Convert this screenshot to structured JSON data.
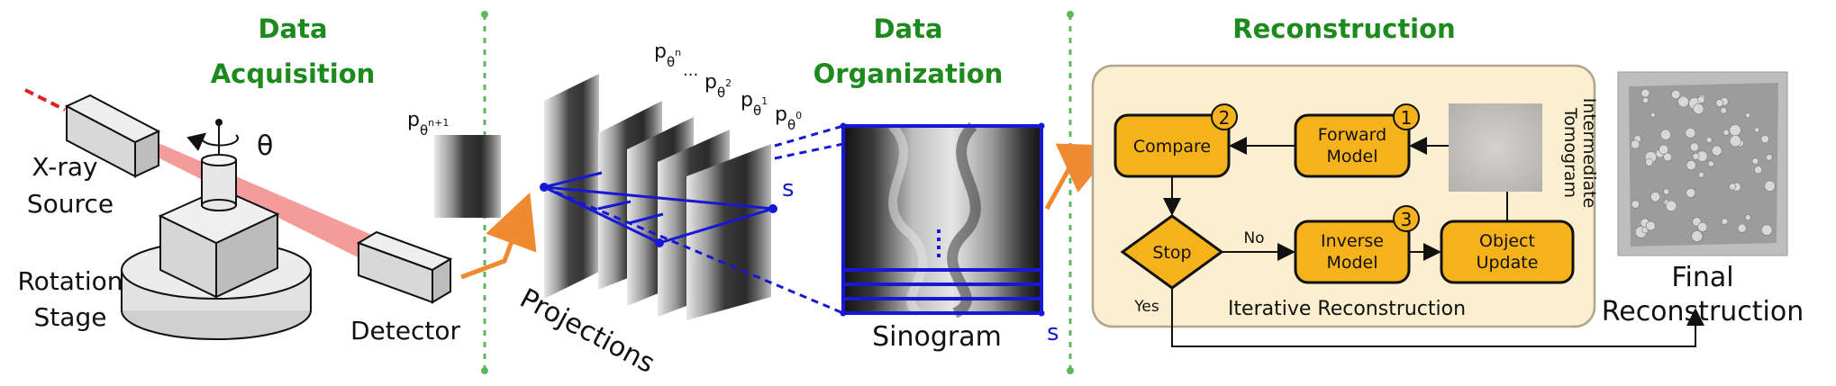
{
  "sections": {
    "acquisition": [
      "Data",
      "Acquisition"
    ],
    "organization": [
      "Data",
      "Organization"
    ],
    "reconstruction": "Reconstruction"
  },
  "acquisition": {
    "xray": [
      "X-ray",
      "Source"
    ],
    "stage": [
      "Rotation",
      "Stage"
    ],
    "detector": "Detector",
    "theta": "θ",
    "projection_next": {
      "base": "p",
      "sub": "θ",
      "sup": "n+1"
    }
  },
  "organization": {
    "projections": "Projections",
    "p_labels": [
      {
        "base": "p",
        "sub": "θ",
        "sup": "n"
      },
      {
        "base": "p",
        "sub": "θ",
        "sup": "2"
      },
      {
        "base": "p",
        "sub": "θ",
        "sup": "1"
      },
      {
        "base": "p",
        "sub": "θ",
        "sup": "0"
      }
    ],
    "ellipsis": "...",
    "s_label": "s",
    "sinogram": "Sinogram",
    "sinogram_s": "s"
  },
  "reconstruction": {
    "compare": "Compare",
    "forward": [
      "Forward",
      "Model"
    ],
    "stop": "Stop",
    "no": "No",
    "yes": "Yes",
    "inverse": [
      "Inverse",
      "Model"
    ],
    "update": [
      "Object",
      "Update"
    ],
    "badges": [
      "2",
      "1",
      "3"
    ],
    "iterative": "Iterative Reconstruction",
    "intermediate": [
      "Intermediate",
      "Tomogram"
    ],
    "final": [
      "Final",
      "Reconstruction"
    ]
  },
  "colors": {
    "section_title": "#1c8a1c",
    "divider": "#5cb85c",
    "blue": "#1717d6",
    "orange_arrow": "#f08a30",
    "box_fill": "#f6b21a",
    "panel_fill": "#fcefd0",
    "beam": "#f28a8a"
  }
}
